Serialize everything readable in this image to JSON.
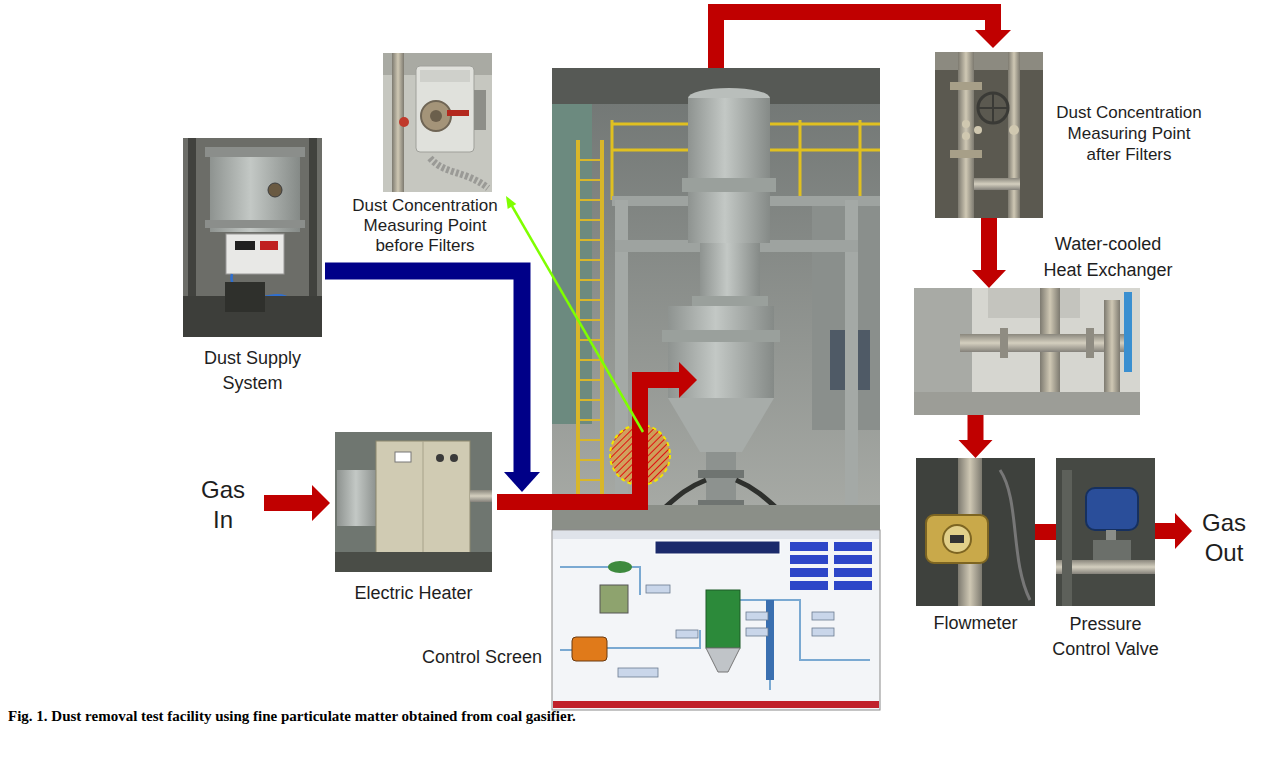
{
  "diagram": {
    "caption": "Fig. 1. Dust removal test facility using fine particulate matter obtained from coal gasifier.",
    "nodes": [
      {
        "text": [
          "Dust Concentration Measuring Point before Filters"
        ]
      },
      {
        "text": [
          "Dust Concentration Measuring Point after Filters"
        ]
      },
      {
        "text": [
          "Dust Supply System"
        ]
      },
      {
        "text": [
          "Water-cooled Heat Exchanger"
        ]
      },
      {
        "text": [
          "Electric Heater"
        ]
      },
      {
        "text": [
          "Flowmeter"
        ]
      },
      {
        "text": [
          "Pressure Control Valve"
        ]
      },
      {
        "text": [
          "Control Screen"
        ]
      }
    ],
    "edges": [
      {
        "from": 1,
        "to": 3,
        "arrow": "to"
      },
      {
        "from": 3,
        "to": 5,
        "arrow": "to"
      },
      {
        "from": 5,
        "to": 6,
        "arrow": "none"
      }
    ],
    "labels": [
      "Gas In",
      "Gas Out"
    ]
  }
}
